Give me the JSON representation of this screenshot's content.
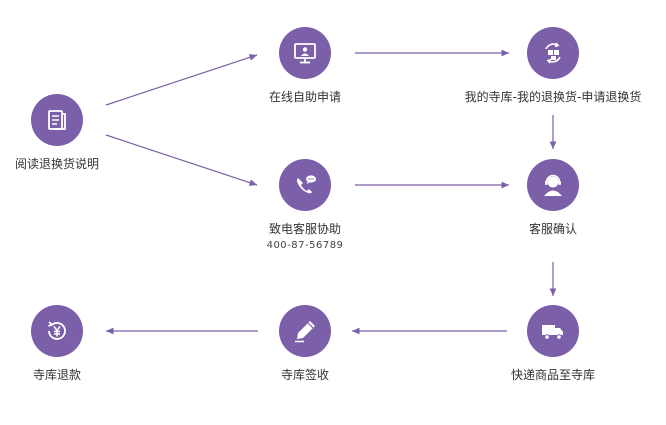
{
  "colors": {
    "accent": "#7b5fa8",
    "arrow": "#7b5fa8",
    "text": "#333333"
  },
  "steps": {
    "read": {
      "label": "阅读退换货说明",
      "icon": "document-icon"
    },
    "online": {
      "label": "在线自助申请",
      "icon": "computer-monitor-icon"
    },
    "call": {
      "label": "致电客服协助",
      "phone": "400-87-56789",
      "icon": "phone-chat-icon"
    },
    "my_account": {
      "label": "我的寺库-我的退换货-申请退换货",
      "icon": "exchange-boxes-icon"
    },
    "confirm": {
      "label": "客服确认",
      "icon": "customer-service-icon"
    },
    "ship": {
      "label": "快递商品至寺库",
      "icon": "delivery-truck-icon"
    },
    "receive": {
      "label": "寺库签收",
      "icon": "pen-sign-icon"
    },
    "refund": {
      "label": "寺库退款",
      "icon": "yuan-refund-icon"
    }
  }
}
